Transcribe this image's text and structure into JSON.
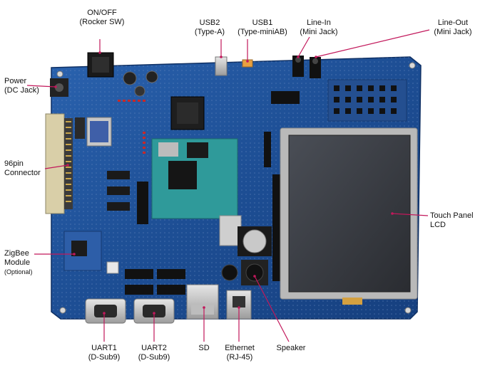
{
  "labels": {
    "onoff": [
      "ON/OFF",
      "(Rocker SW)"
    ],
    "usb2": [
      "USB2",
      "(Type-A)"
    ],
    "usb1": [
      "USB1",
      "(Type-miniAB)"
    ],
    "linein": [
      "Line-In",
      "(Mini Jack)"
    ],
    "lineout": [
      "Line-Out",
      "(Mini Jack)"
    ],
    "power": [
      "Power",
      "(DC Jack)"
    ],
    "pin96": [
      "96pin",
      "Connector"
    ],
    "zigbee": [
      "ZigBee",
      "Module",
      "(Optional)"
    ],
    "touch": [
      "Touch Panel",
      "LCD"
    ],
    "uart1": [
      "UART1",
      "(D-Sub9)"
    ],
    "uart2": [
      "UART2",
      "(D-Sub9)"
    ],
    "sd": [
      "SD"
    ],
    "ethernet": [
      "Ethernet",
      "(RJ-45)"
    ],
    "speaker": [
      "Speaker"
    ]
  },
  "colors": {
    "pcb": "#1d4e94",
    "pcb_dark": "#123a75",
    "leader": "#c2185b",
    "lcd_frame": "#b9b9b9",
    "lcd_screen": "#3a3d44",
    "module": "#2f9a9a"
  }
}
